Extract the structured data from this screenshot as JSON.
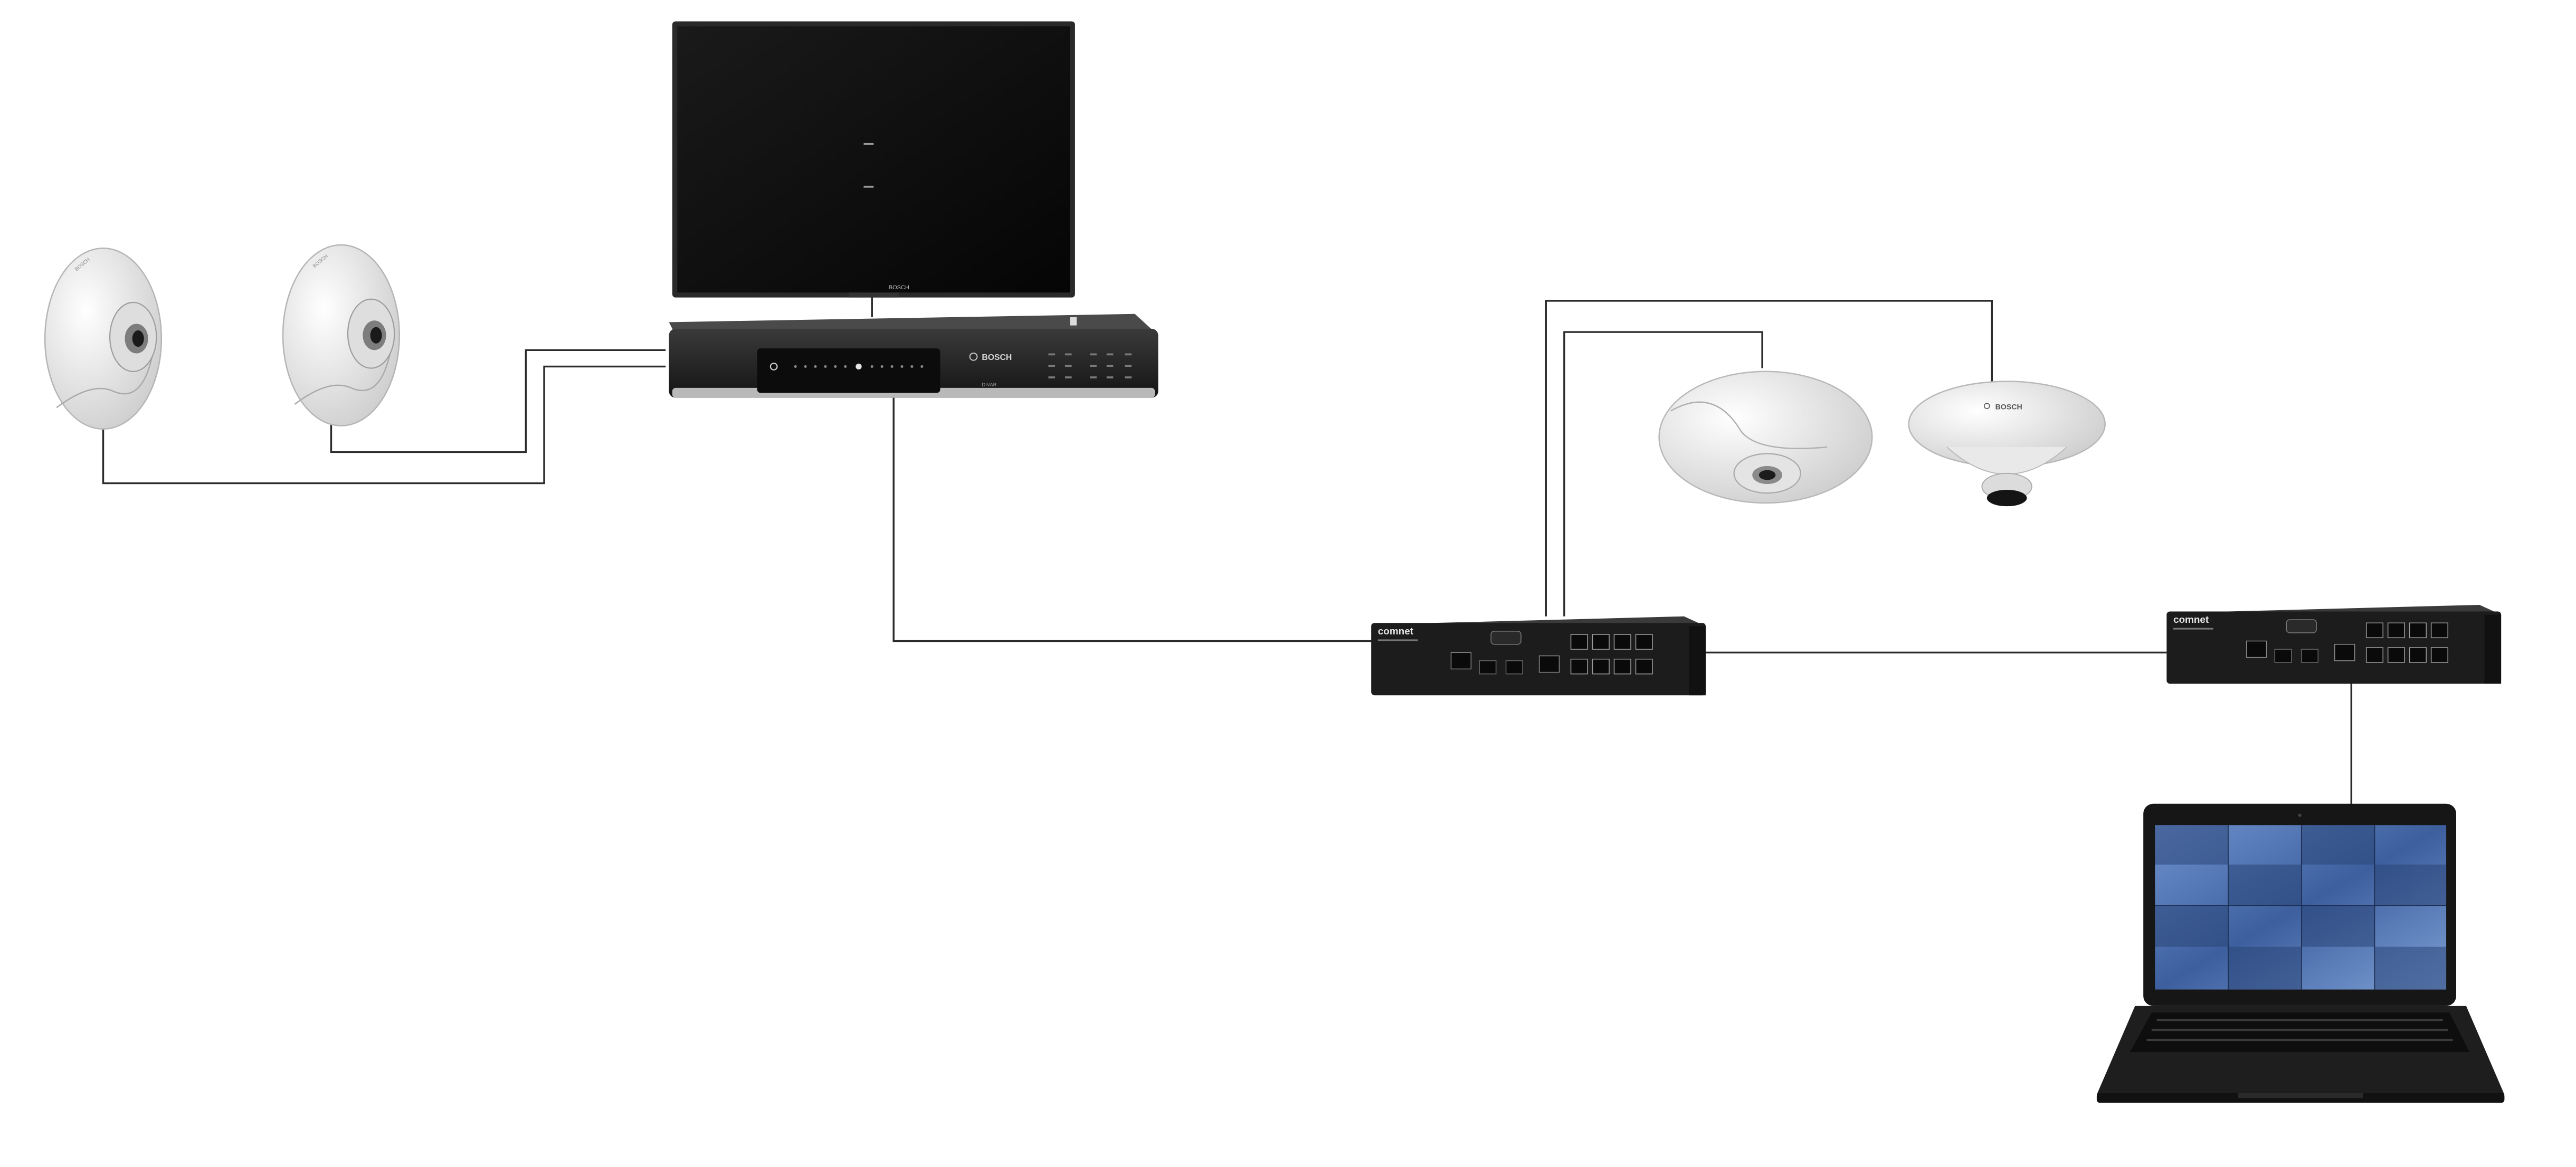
{
  "diagram": {
    "devices": {
      "monitor": {
        "brand": "BOSCH",
        "icon": "monitor-icon"
      },
      "recorder": {
        "brand": "BOSCH",
        "model": "DIVAR",
        "icon": "video-recorder-icon"
      },
      "camera_left_1": {
        "brand": "BOSCH",
        "icon": "panoramic-camera-icon"
      },
      "camera_left_2": {
        "brand": "BOSCH",
        "icon": "panoramic-camera-icon"
      },
      "camera_fisheye": {
        "icon": "fisheye-camera-icon"
      },
      "camera_dome": {
        "brand": "BOSCH",
        "icon": "dome-camera-icon"
      },
      "switch_1": {
        "brand": "comnet",
        "icon": "network-switch-icon"
      },
      "switch_2": {
        "brand": "comnet",
        "icon": "network-switch-icon"
      },
      "laptop": {
        "icon": "laptop-icon"
      }
    },
    "colors": {
      "line": "#2b2b2b",
      "device_dark": "#1c1c1c",
      "camera_white": "#eeeeee",
      "screen_blue": "#4a6fb0"
    }
  }
}
